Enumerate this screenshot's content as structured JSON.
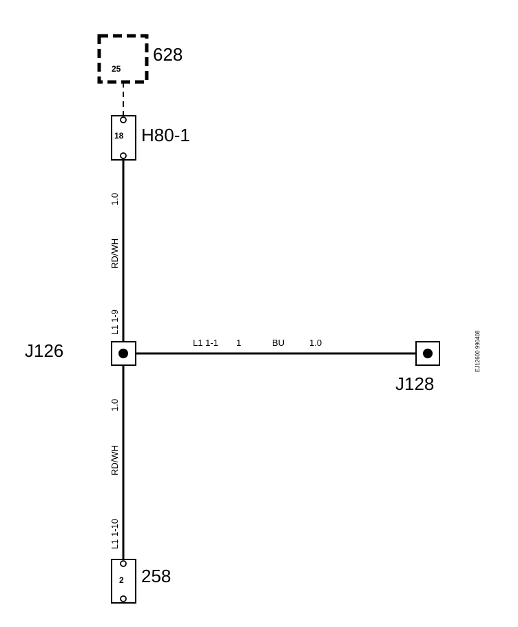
{
  "components": {
    "c628": {
      "label": "628",
      "pin": "25"
    },
    "h80": {
      "label": "H80-1",
      "pin": "18"
    },
    "c258": {
      "label": "258",
      "pin": "2"
    },
    "j126": {
      "label": "J126"
    },
    "j128": {
      "label": "J128"
    }
  },
  "wires": {
    "upper": {
      "circuit": "L1  1-9",
      "color": "RD/WH",
      "size": "1.0"
    },
    "lower": {
      "circuit": "L1  1-10",
      "color": "RD/WH",
      "size": "1.0"
    },
    "horizontal": {
      "circuit": "L1  1-1",
      "cavity": "1",
      "color": "BU",
      "size": "1.0"
    }
  },
  "reference": "EJ12600 990408"
}
